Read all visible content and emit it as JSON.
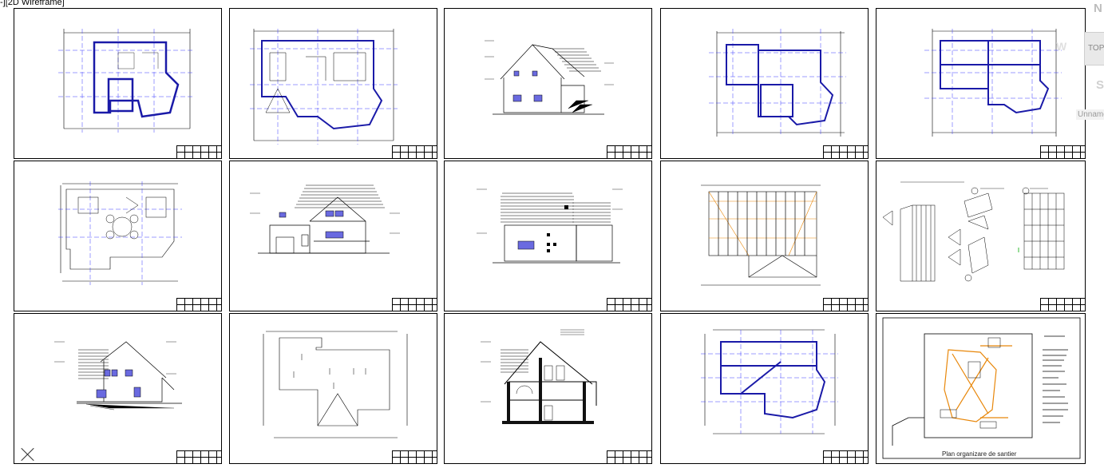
{
  "viewport": {
    "label_prefix": "-][",
    "label": "2D Wireframe]"
  },
  "navcube": {
    "north": "N",
    "west": "W",
    "south": "S",
    "face": "TOP",
    "wcs": "Unnamed"
  },
  "sheets": [
    {
      "title": "Ground floor plan",
      "kind": "plan"
    },
    {
      "title": "First floor plan",
      "kind": "plan"
    },
    {
      "title": "Side elevation",
      "kind": "elevation"
    },
    {
      "title": "Foundation plan",
      "kind": "plan"
    },
    {
      "title": "Floor structure plan",
      "kind": "plan"
    },
    {
      "title": "Furnished plan",
      "kind": "plan"
    },
    {
      "title": "Front elevation",
      "kind": "elevation"
    },
    {
      "title": "Rear elevation",
      "kind": "elevation"
    },
    {
      "title": "Roof framing plan",
      "kind": "roof"
    },
    {
      "title": "Details",
      "kind": "details"
    },
    {
      "title": "Side elevation 2",
      "kind": "elevation"
    },
    {
      "title": "Roof plan",
      "kind": "roofplan"
    },
    {
      "title": "Section",
      "kind": "section"
    },
    {
      "title": "Attic plan",
      "kind": "plan"
    },
    {
      "title": "Site plan",
      "kind": "site"
    }
  ],
  "site_caption": "Plan organizare de santier",
  "colors": {
    "line": "#000000",
    "plan_blue": "#1a1aa8",
    "axis_blue": "#3a3aff",
    "window_fill": "#6a6ae0",
    "site_orange": "#e8870a"
  }
}
